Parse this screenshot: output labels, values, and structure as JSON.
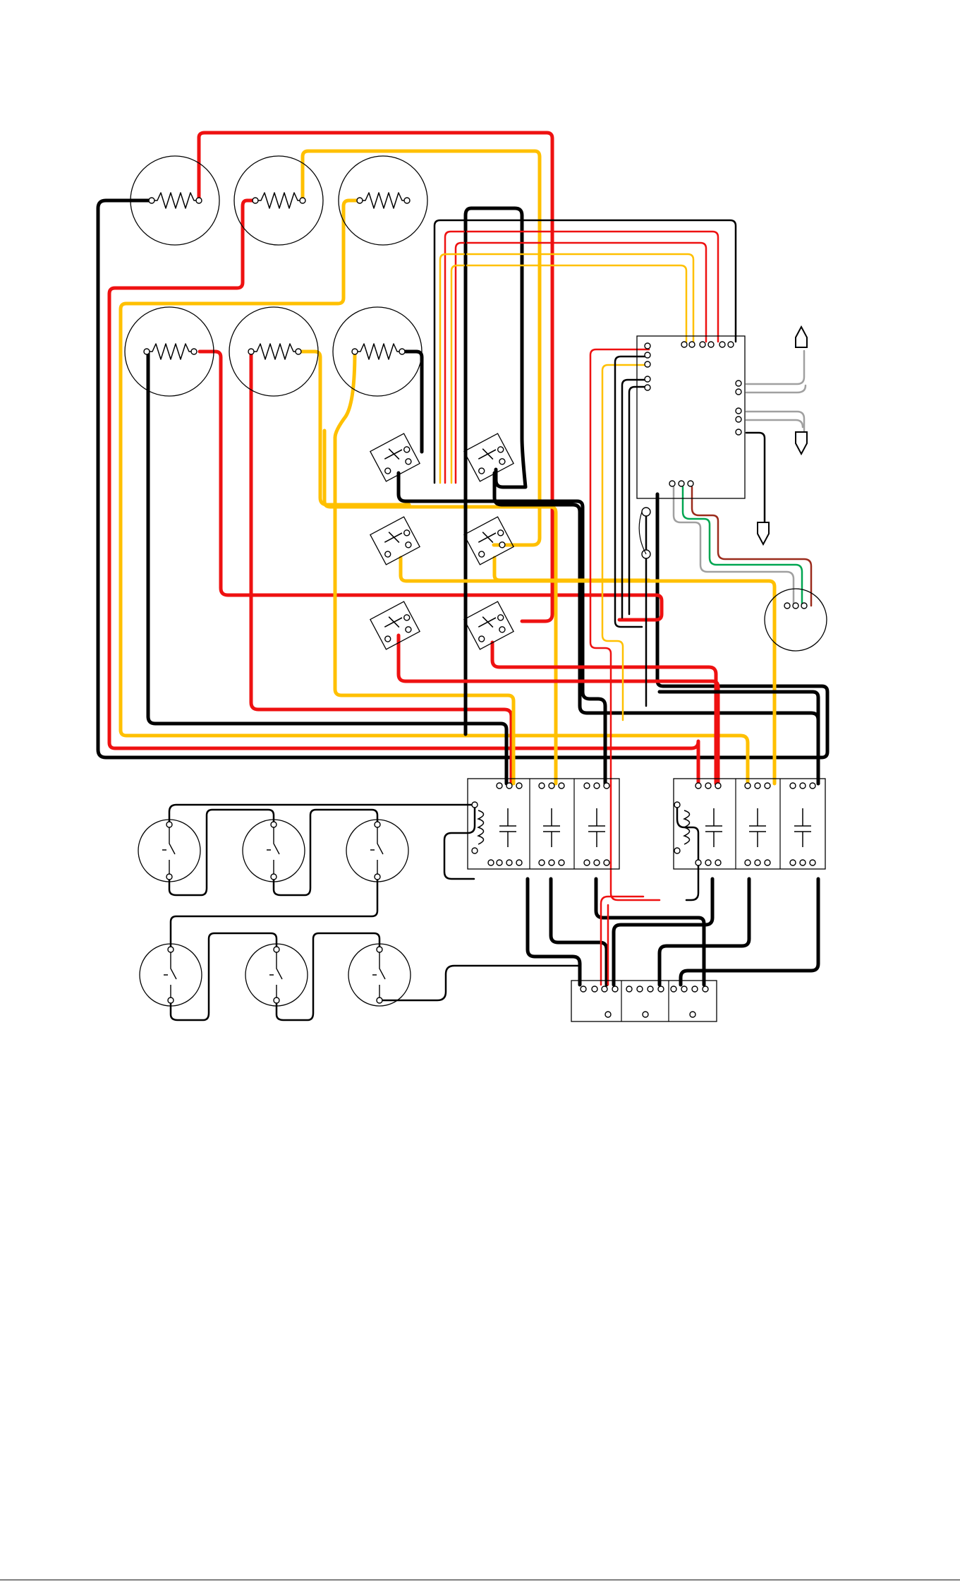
{
  "diagram": {
    "kind": "wiring-schematic",
    "labels": [],
    "colors": {
      "red": "#ee1111",
      "yellow": "#ffc000",
      "black": "#000000",
      "gray": "#a0a0a0",
      "green": "#00a651",
      "brown": "#9b2b1c"
    },
    "components": {
      "heater_elements": 6,
      "thermostat_switches": 6,
      "contactors": 2,
      "contactor_poles_each": 3,
      "pressure_switches": 6,
      "control_board": 1,
      "terminal_block": 1,
      "motor": 1,
      "wire_lugs": 3
    }
  }
}
